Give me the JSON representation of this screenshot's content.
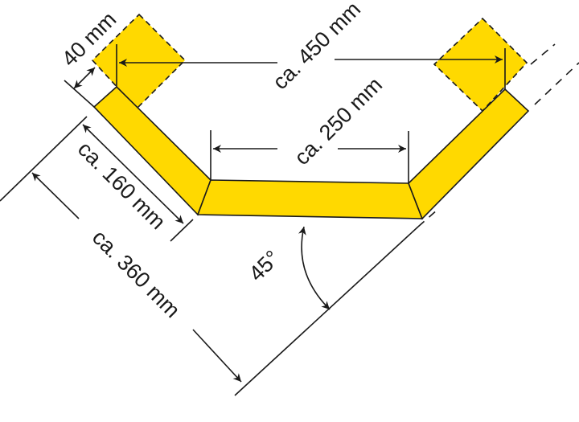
{
  "colors": {
    "part": "#ffd900",
    "line": "#1a1a1a"
  },
  "labels": {
    "width_40": "40 mm",
    "span_450": "ca. 450 mm",
    "span_250": "ca. 250 mm",
    "arm_160": "ca. 160 mm",
    "depth_360": "ca. 360 mm",
    "angle": "45°"
  }
}
